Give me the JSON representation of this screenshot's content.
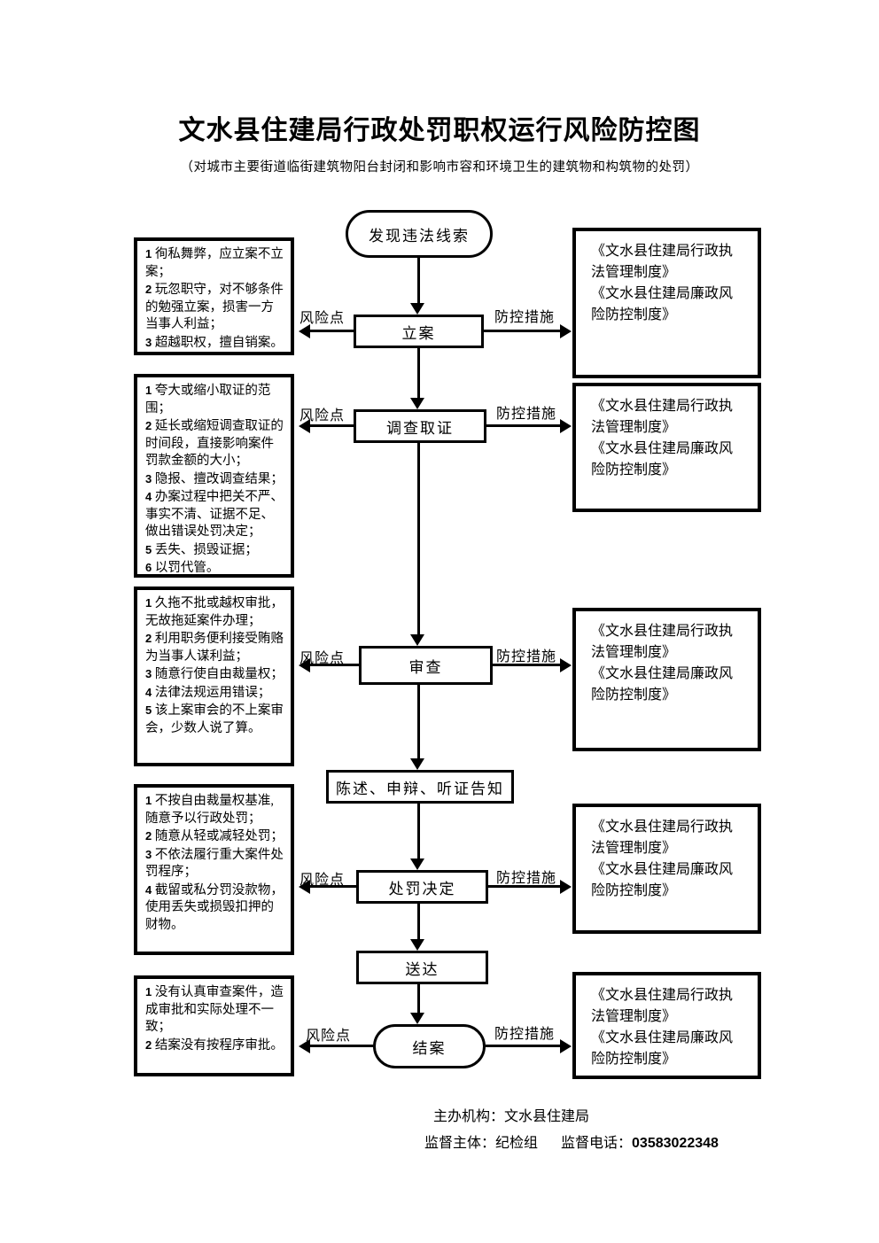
{
  "title": "文水县住建局行政处罚职权运行风险防控图",
  "subtitle": "（对城市主要街道临街建筑物阳台封闭和影响市容和环境卫生的建筑物和构筑物的处罚）",
  "labels": {
    "risk": "风险点",
    "measure": "防控措施"
  },
  "nodes": {
    "start": "发现违法线索",
    "filing": "立案",
    "investigation": "调查取证",
    "review": "审查",
    "notice": "陈述、申辩、听证告知",
    "decision": "处罚决定",
    "delivery": "送达",
    "closing": "结案"
  },
  "risks": {
    "filing": [
      {
        "n": "1",
        "t": "徇私舞弊，应立案不立案；"
      },
      {
        "n": "2",
        "t": "玩忽职守，对不够条件的勉强立案，损害一方当事人利益；"
      },
      {
        "n": "3",
        "t": "超越职权，擅自销案。"
      }
    ],
    "investigation": [
      {
        "n": "1",
        "t": "夸大或缩小取证的范围；"
      },
      {
        "n": "2",
        "t": "延长或缩短调查取证的时间段，直接影响案件罚款金额的大小；"
      },
      {
        "n": "3",
        "t": "隐报、擅改调查结果；"
      },
      {
        "n": "4",
        "t": "办案过程中把关不严、事实不清、证据不足、做出错误处罚决定；"
      },
      {
        "n": "5",
        "t": "丢失、损毁证据；"
      },
      {
        "n": "6",
        "t": "以罚代管。"
      }
    ],
    "review": [
      {
        "n": "1",
        "t": "久拖不批或越权审批，无故拖延案件办理；"
      },
      {
        "n": "2",
        "t": "利用职务便利接受贿赂为当事人谋利益；"
      },
      {
        "n": "3",
        "t": "随意行使自由裁量权；"
      },
      {
        "n": "4",
        "t": "法律法规运用错误；"
      },
      {
        "n": "5",
        "t": "该上案审会的不上案审会，少数人说了算。"
      }
    ],
    "decision": [
      {
        "n": "1",
        "t": "不按自由裁量权基准,随意予以行政处罚；"
      },
      {
        "n": "2",
        "t": "随意从轻或减轻处罚；"
      },
      {
        "n": "3",
        "t": "不依法履行重大案件处罚程序；"
      },
      {
        "n": "4",
        "t": "截留或私分罚没款物，使用丢失或损毁扣押的财物。"
      }
    ],
    "closing": [
      {
        "n": "1",
        "t": "没有认真审查案件，造成审批和实际处理不一致；"
      },
      {
        "n": "2",
        "t": "结案没有按程序审批。"
      }
    ]
  },
  "measures": [
    "《文水县住建局行政执法管理制度》",
    "《文水县住建局廉政风险防控制度》"
  ],
  "footer": {
    "organizer": "主办机构：文水县住建局",
    "supervisor": "监督主体：纪检组",
    "phone_label": "监督电话：",
    "phone": "03583022348"
  }
}
